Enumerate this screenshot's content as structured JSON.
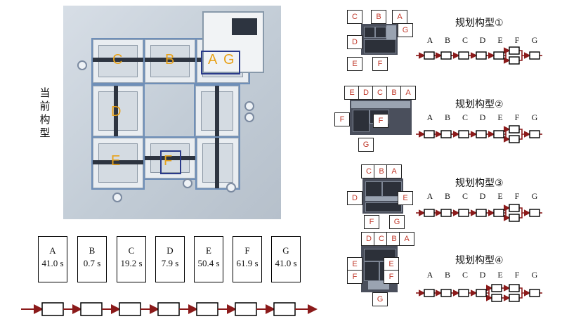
{
  "current_config": {
    "label": "当前构型",
    "render_labels": [
      "C",
      "B",
      "A",
      "G",
      "D",
      "E",
      "F"
    ]
  },
  "stations": [
    {
      "name": "A",
      "time": "41.0 s"
    },
    {
      "name": "B",
      "time": "0.7 s"
    },
    {
      "name": "C",
      "time": "19.2 s"
    },
    {
      "name": "D",
      "time": "7.9 s"
    },
    {
      "name": "E",
      "time": "50.4 s"
    },
    {
      "name": "F",
      "time": "61.9 s"
    },
    {
      "name": "G",
      "time": "41.0 s"
    }
  ],
  "planned_configs": [
    {
      "title": "规划构型①",
      "sequence": [
        "A",
        "B",
        "C",
        "D",
        "E",
        "F",
        "G"
      ],
      "tags": [
        "C",
        "B",
        "A",
        "G",
        "D",
        "E",
        "F"
      ],
      "parallel_at": "F"
    },
    {
      "title": "规划构型②",
      "sequence": [
        "A",
        "B",
        "C",
        "D",
        "E",
        "F",
        "G"
      ],
      "tags": [
        "E",
        "D",
        "C",
        "B",
        "A",
        "F",
        "F",
        "G"
      ],
      "parallel_at": "F"
    },
    {
      "title": "规划构型③",
      "sequence": [
        "A",
        "B",
        "C",
        "D",
        "E",
        "F",
        "G"
      ],
      "tags": [
        "C",
        "B",
        "A",
        "D",
        "E",
        "F",
        "G"
      ],
      "parallel_at": "F"
    },
    {
      "title": "规划构型④",
      "sequence": [
        "A",
        "B",
        "C",
        "D",
        "E",
        "F",
        "G"
      ],
      "tags": [
        "D",
        "C",
        "B",
        "A",
        "E",
        "F",
        "E",
        "F",
        "G"
      ],
      "parallel_at": "E,F"
    }
  ],
  "colors": {
    "arrow": "#8b1a1a",
    "label": "#e8a21a",
    "tag_text": "#c0392b"
  }
}
